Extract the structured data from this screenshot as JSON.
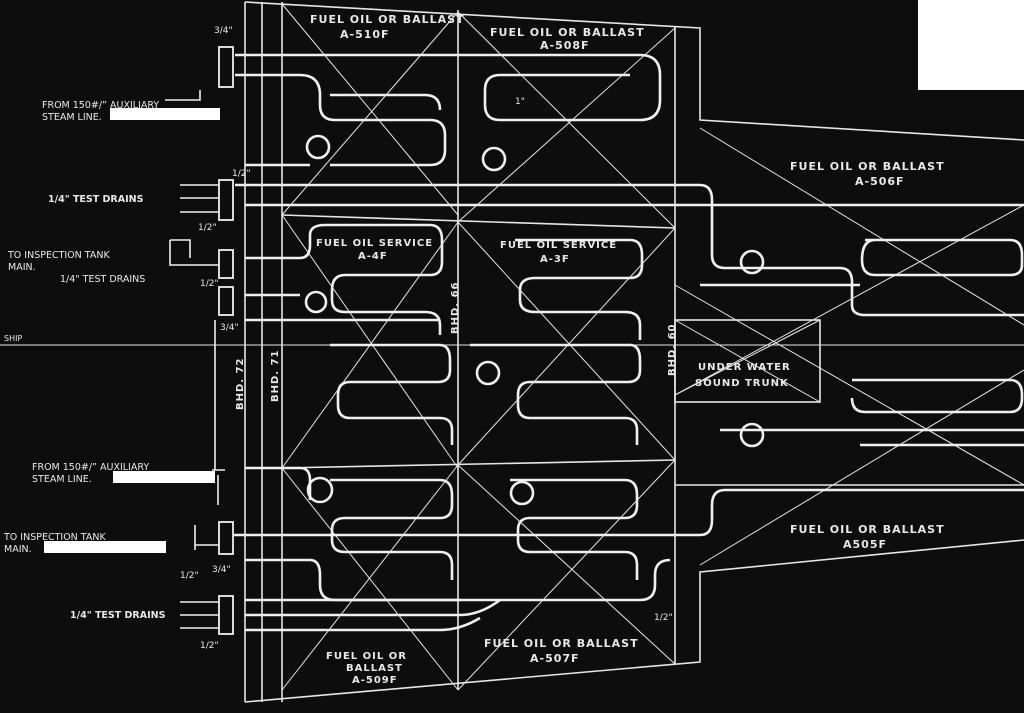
{
  "labels": {
    "tank_a510f_1": "FUEL OIL OR BALLAST",
    "tank_a510f_2": "A-510F",
    "tank_a508f_1": "FUEL OIL OR BALLAST",
    "tank_a508f_2": "A-508F",
    "tank_a506f_1": "FUEL OIL OR BALLAST",
    "tank_a506f_2": "A-506F",
    "tank_a4f_1": "FUEL OIL SERVICE",
    "tank_a4f_2": "A-4F",
    "tank_a3f_1": "FUEL OIL SERVICE",
    "tank_a3f_2": "A-3F",
    "trunk_1": "UNDER WATER",
    "trunk_2": "SOUND TRUNK",
    "tank_a505f_1": "FUEL OIL OR BALLAST",
    "tank_a505f_2": "A505F",
    "tank_a509f_1": "FUEL OIL OR",
    "tank_a509f_2": "BALLAST",
    "tank_a509f_3": "A-509F",
    "tank_a507f_1": "FUEL OIL OR BALLAST",
    "tank_a507f_2": "A-507F",
    "steam_top_1": "FROM 150#/” AUXILIARY",
    "steam_top_2": "STEAM LINE.",
    "steam_bot_1": "FROM 150#/” AUXILIARY",
    "steam_bot_2": "STEAM LINE.",
    "test_drains_top": "1/4\" TEST DRAINS",
    "test_drains_mid": "1/4\" TEST DRAINS",
    "test_drains_bot": "1/4\" TEST DRAINS",
    "insp_top_1": "TO INSPECTION TANK",
    "insp_top_2": "MAIN.",
    "insp_bot_1": "TO INSPECTION TANK",
    "insp_bot_2": "MAIN.",
    "ship": "SHIP",
    "bhd72": "BHD. 72",
    "bhd71": "BHD. 71",
    "bhd66": "BHD. 66",
    "bhd60": "BHD. 60",
    "size_3_4_top": "3/4\"",
    "size_1_2_a": "1/2\"",
    "size_1_2_b": "1/2\"",
    "size_1_2_c": "1/2\"",
    "size_3_4_mid": "3/4\"",
    "size_1_2_d": "1/2\"",
    "size_3_4_bot": "3/4\"",
    "size_1_2_e": "1/2\"",
    "size_1_2_f": "1/2\"",
    "pipe_1in": "1\""
  },
  "colors": {
    "background": "#0d0d0d",
    "lines": "#e9e9e9",
    "redaction": "#ffffff"
  }
}
